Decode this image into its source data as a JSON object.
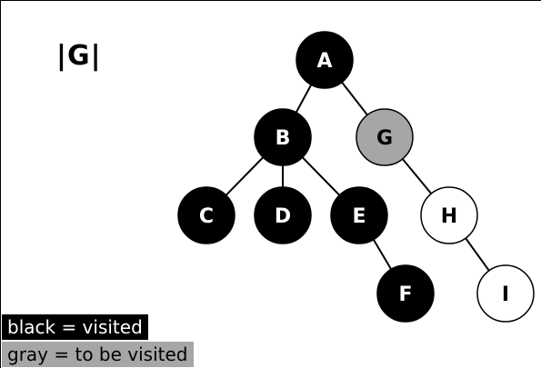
{
  "queue_label": "|G|",
  "nodes": [
    {
      "id": "A",
      "state": "visited"
    },
    {
      "id": "B",
      "state": "visited"
    },
    {
      "id": "G",
      "state": "to_visit"
    },
    {
      "id": "C",
      "state": "visited"
    },
    {
      "id": "D",
      "state": "visited"
    },
    {
      "id": "E",
      "state": "visited"
    },
    {
      "id": "H",
      "state": "unvisited"
    },
    {
      "id": "F",
      "state": "visited"
    },
    {
      "id": "I",
      "state": "unvisited"
    }
  ],
  "edges": [
    [
      "A",
      "B"
    ],
    [
      "A",
      "G"
    ],
    [
      "B",
      "C"
    ],
    [
      "B",
      "D"
    ],
    [
      "B",
      "E"
    ],
    [
      "G",
      "H"
    ],
    [
      "E",
      "F"
    ],
    [
      "H",
      "I"
    ]
  ],
  "colors": {
    "visited": "#000000",
    "to_visit": "#a6a6a6",
    "unvisited": "#ffffff"
  },
  "legend": {
    "black": "black = visited",
    "gray": "gray = to be visited"
  }
}
